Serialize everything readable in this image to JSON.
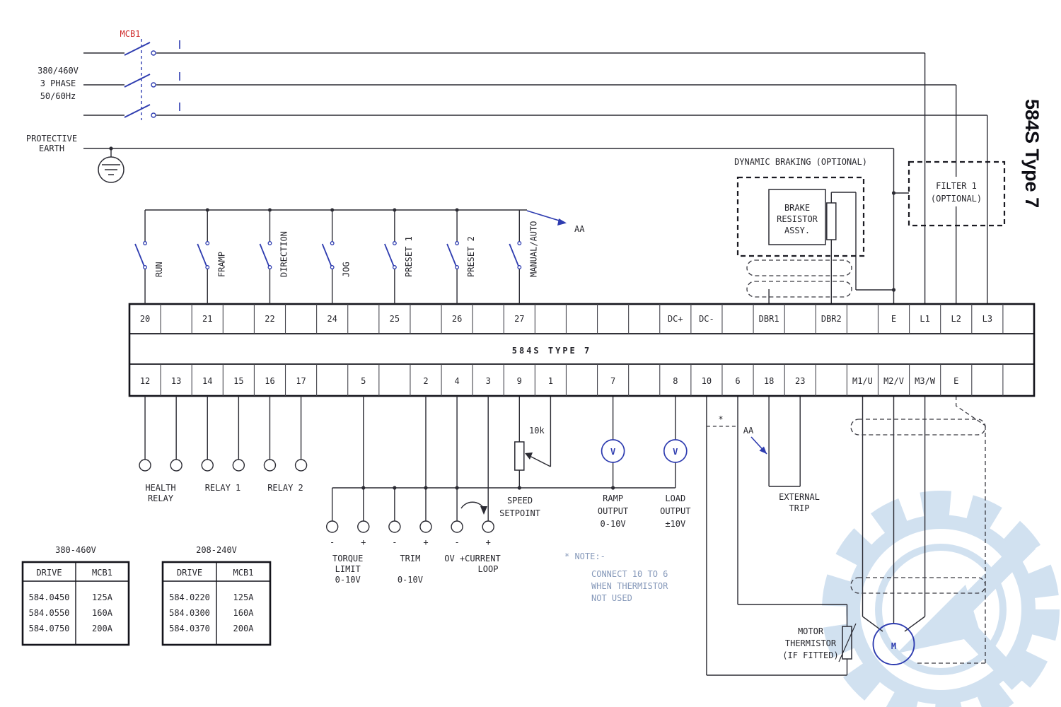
{
  "colors": {
    "line": "#2b2b33",
    "blue": "#2e3cb0",
    "red": "#cf2b2b",
    "text": "#26262c",
    "note": "#8699ba",
    "watermark": "#9bbde0"
  },
  "side_title": "584S Type 7",
  "power": {
    "mcb_label": "MCB1",
    "supply": [
      "380/460V",
      "3 PHASE",
      "50/60Hz"
    ],
    "earth": [
      "PROTECTIVE",
      "EARTH"
    ]
  },
  "control_switches": {
    "bus_ref": "AA",
    "items": [
      "RUN",
      "FRAMP",
      "DIRECTION",
      "JOG",
      "PRESET 1",
      "PRESET 2",
      "MANUAL/AUTO"
    ]
  },
  "terminal_block": {
    "title": "584S TYPE 7",
    "top": [
      "20",
      "",
      "21",
      "",
      "22",
      "",
      "24",
      "",
      "25",
      "",
      "26",
      "",
      "27",
      "",
      "",
      "",
      "",
      "DC+",
      "DC-",
      "",
      "DBR1",
      "",
      "DBR2",
      "",
      "E",
      "L1",
      "L2",
      "L3",
      ""
    ],
    "bottom": [
      "12",
      "13",
      "14",
      "15",
      "16",
      "17",
      "",
      "5",
      "",
      "2",
      "4",
      "3",
      "9",
      "1",
      "",
      "7",
      "",
      "8",
      "10",
      "6",
      "18",
      "23",
      "",
      "M1/U",
      "M2/V",
      "M3/W",
      "E",
      "",
      ""
    ]
  },
  "dynamic_braking": {
    "title": "DYNAMIC BRAKING (OPTIONAL)",
    "assembly": [
      "BRAKE",
      "RESISTOR",
      "ASSY."
    ]
  },
  "filter": {
    "label": [
      "FILTER 1",
      "(OPTIONAL)"
    ]
  },
  "relays": {
    "health": [
      "HEALTH",
      "RELAY"
    ],
    "relay1": "RELAY 1",
    "relay2": "RELAY 2"
  },
  "analog_inputs": {
    "signs": [
      "-",
      "+",
      "-",
      "+",
      "-",
      "+"
    ],
    "torque_limit": [
      "TORQUE",
      "LIMIT",
      "0-10V"
    ],
    "trim": [
      "TRIM",
      "0-10V"
    ],
    "zero_volt_loop": [
      "OV +CURRENT",
      "LOOP"
    ],
    "pot_value": "10k",
    "speed_setpoint": [
      "SPEED",
      "SETPOINT"
    ]
  },
  "outputs": {
    "meter_symbol": "V",
    "ramp": [
      "RAMP",
      "OUTPUT",
      "0-10V"
    ],
    "load": [
      "LOAD",
      "OUTPUT",
      "±10V"
    ]
  },
  "external_trip": [
    "EXTERNAL",
    "TRIP"
  ],
  "ref_aa": "AA",
  "note": {
    "star": "*",
    "lines": [
      "* NOTE:-",
      "CONNECT 10 TO 6",
      "WHEN THERMISTOR",
      "NOT USED"
    ]
  },
  "motor": {
    "symbol": "M",
    "thermistor": [
      "MOTOR",
      "THERMISTOR",
      "(IF FITTED)"
    ]
  },
  "tables": [
    {
      "title": "380-460V",
      "headers": [
        "DRIVE",
        "MCB1"
      ],
      "rows": [
        [
          "584.0450",
          "125A"
        ],
        [
          "584.0550",
          "160A"
        ],
        [
          "584.0750",
          "200A"
        ]
      ]
    },
    {
      "title": "208-240V",
      "headers": [
        "DRIVE",
        "MCB1"
      ],
      "rows": [
        [
          "584.0220",
          "125A"
        ],
        [
          "584.0300",
          "160A"
        ],
        [
          "584.0370",
          "200A"
        ]
      ]
    }
  ]
}
